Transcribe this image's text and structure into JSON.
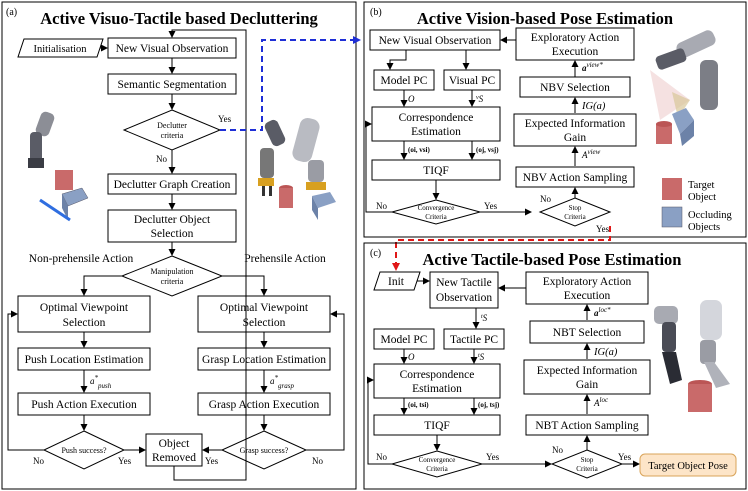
{
  "panel_a": {
    "label": "(a)",
    "title": "Active Visuo-Tactile based Decluttering",
    "initialisation": "Initialisation",
    "new_visual_observation": "New Visual Observation",
    "semantic_segmentation": "Semantic Segmentation",
    "declutter_criteria_1": "Declutter",
    "declutter_criteria_2": "criteria",
    "yes": "Yes",
    "no": "No",
    "declutter_graph": "Declutter Graph Creation",
    "declutter_object_1": "Declutter Object",
    "declutter_object_2": "Selection",
    "non_prehensile": "Non-prehensile Action",
    "prehensile": "Prehensile Action",
    "manipulation_1": "Manipulation",
    "manipulation_2": "criteria",
    "optimal_viewpoint_1": "Optimal Viewpoint",
    "optimal_viewpoint_2": "Selection",
    "push_location": "Push Location Estimation",
    "grasp_location": "Grasp Location Estimation",
    "a_push": "a*push",
    "a_grasp": "a*grasp",
    "push_execution": "Push Action Execution",
    "grasp_execution": "Grasp Action Execution",
    "push_success": "Push success?",
    "grasp_success": "Grasp success?",
    "object_removed_1": "Object",
    "object_removed_2": "Removed"
  },
  "panel_b": {
    "label": "(b)",
    "title": "Active Vision-based Pose Estimation",
    "new_visual_observation": "New Visual Observation",
    "exploratory_1": "Exploratory Action",
    "exploratory_2": "Execution",
    "a_view_star": "a view*",
    "model_pc": "Model PC",
    "visual_pc": "Visual PC",
    "O": "O",
    "vS": "vS",
    "nbv_selection": "NBV Selection",
    "ig_a": "IG(a)",
    "correspondence_1": "Correspondence",
    "correspondence_2": "Estimation",
    "expected_ig_1": "Expected Information",
    "expected_ig_2": "Gain",
    "a_view": "A view",
    "pair_1": "(oi, vsi)",
    "pair_2": "(oj, vsj)",
    "tiqf": "TIQF",
    "nbv_sampling": "NBV Action Sampling",
    "convergence_1": "Convergence",
    "convergence_2": "Criteria",
    "stop_1": "Stop",
    "stop_2": "Criteria",
    "no": "No",
    "yes": "Yes",
    "legend_target_1": "Target",
    "legend_target_2": "Object",
    "legend_occluding_1": "Occluding",
    "legend_occluding_2": "Objects"
  },
  "panel_c": {
    "label": "(c)",
    "title": "Active Tactile-based Pose Estimation",
    "init": "Init",
    "new_tactile_1": "New Tactile",
    "new_tactile_2": "Observation",
    "exploratory_1": "Exploratory Action",
    "exploratory_2": "Execution",
    "tS_obs": "tS",
    "a_loc_star": "a loc*",
    "model_pc": "Model PC",
    "tactile_pc": "Tactile PC",
    "O": "O",
    "tS": "tS",
    "nbt_selection": "NBT Selection",
    "ig_a": "IG(a)",
    "correspondence_1": "Correspondence",
    "correspondence_2": "Estimation",
    "expected_ig_1": "Expected Information",
    "expected_ig_2": "Gain",
    "a_loc": "A loc",
    "pair_1": "(oi, tsi)",
    "pair_2": "(oj, tsj)",
    "tiqf": "TIQF",
    "nbt_sampling": "NBT Action Sampling",
    "convergence_1": "Convergence",
    "convergence_2": "Criteria",
    "stop_1": "Stop",
    "stop_2": "Criteria",
    "no": "No",
    "yes": "Yes",
    "target_pose": "Target Object Pose"
  },
  "colors": {
    "blue_link": "#1f2fd6",
    "red_link": "#e01818",
    "target_pose_fill": "#fde5c8",
    "target_pose_stroke": "#d9a45a",
    "target_red": "#c96a6a",
    "occluding_blue": "#8aa0c4"
  }
}
